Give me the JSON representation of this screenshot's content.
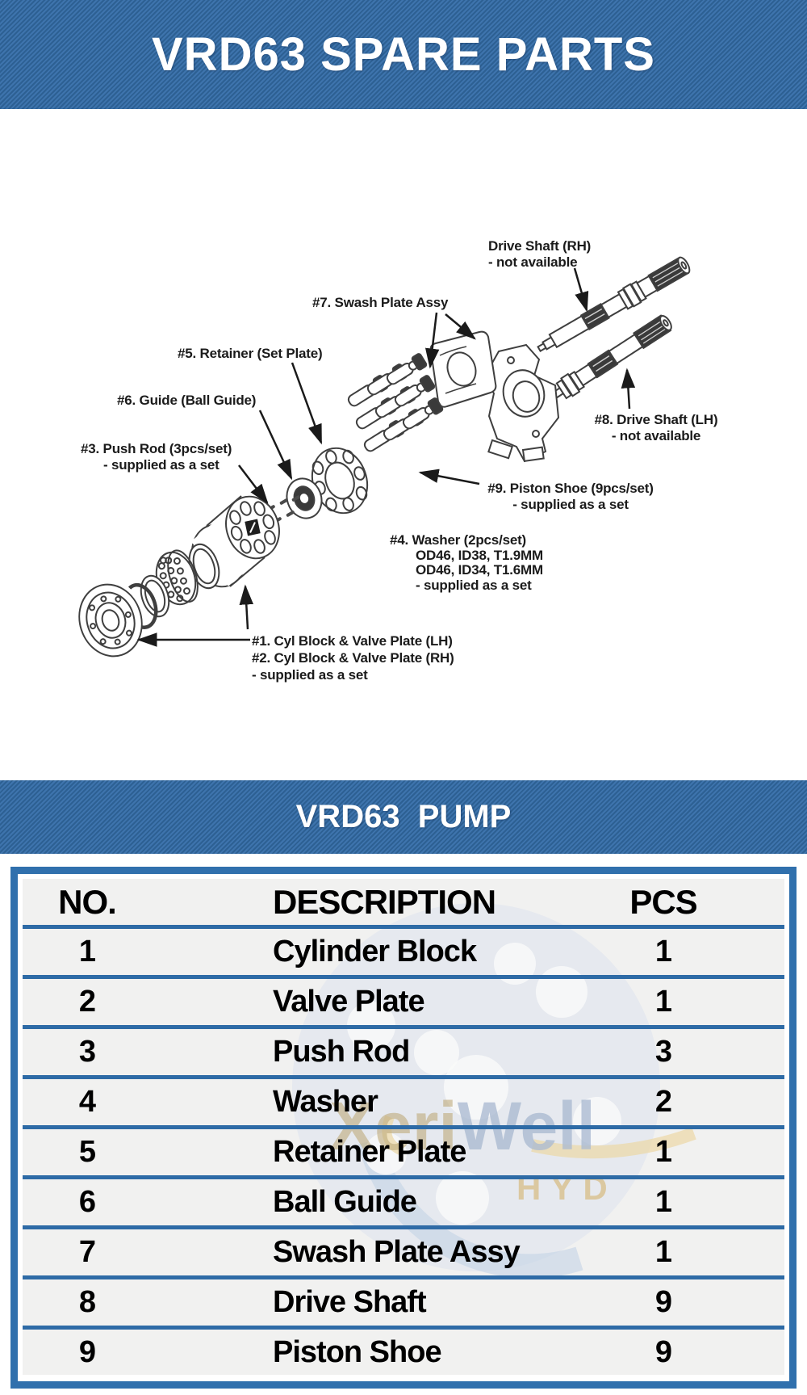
{
  "banner_top": {
    "title": "VRD63 SPARE PARTS"
  },
  "banner_mid": {
    "title": "VRD63  PUMP"
  },
  "diagram": {
    "labels": {
      "drive_shaft_rh": {
        "line1": "Drive Shaft (RH)",
        "line2": "- not available"
      },
      "swash_plate": {
        "line1": "#7. Swash Plate Assy"
      },
      "retainer": {
        "line1": "#5. Retainer (Set Plate)"
      },
      "guide": {
        "line1": "#6. Guide (Ball Guide)"
      },
      "push_rod": {
        "line1": "#3. Push Rod (3pcs/set)",
        "line2": "- supplied as a set"
      },
      "drive_shaft_lh": {
        "line1": "#8. Drive Shaft (LH)",
        "line2": "- not available"
      },
      "piston_shoe": {
        "line1": "#9. Piston Shoe (9pcs/set)",
        "line2": "- supplied as a set"
      },
      "washer": {
        "line1": "#4. Washer (2pcs/set)",
        "line2": "OD46, ID38, T1.9MM",
        "line3": "OD46, ID34, T1.6MM",
        "line4": "- supplied as a set"
      },
      "cyl_block": {
        "line1": "#1. Cyl Block & Valve Plate (LH)",
        "line2": "#2. Cyl Block & Valve Plate (RH)",
        "line3": "- supplied as a set"
      }
    }
  },
  "watermark": {
    "brand_left": "Xeri",
    "brand_right": "Well",
    "sub": "HYD"
  },
  "table": {
    "headers": {
      "no": "NO.",
      "description": "DESCRIPTION",
      "pcs": "PCS"
    },
    "rows": [
      {
        "no": "1",
        "description": "Cylinder Block",
        "pcs": "1"
      },
      {
        "no": "2",
        "description": "Valve Plate",
        "pcs": "1"
      },
      {
        "no": "3",
        "description": "Push Rod",
        "pcs": "3"
      },
      {
        "no": "4",
        "description": "Washer",
        "pcs": "2"
      },
      {
        "no": "5",
        "description": "Retainer Plate",
        "pcs": "1"
      },
      {
        "no": "6",
        "description": "Ball Guide",
        "pcs": "1"
      },
      {
        "no": "7",
        "description": "Swash Plate Assy",
        "pcs": "1"
      },
      {
        "no": "8",
        "description": "Drive Shaft",
        "pcs": "9"
      },
      {
        "no": "9",
        "description": "Piston Shoe",
        "pcs": "9"
      }
    ]
  },
  "colors": {
    "banner_stripe_light": "#3e74ad",
    "banner_stripe_dark": "#2d6093",
    "table_border_blue": "#3070ad",
    "row_separator_blue": "#2e6ba6",
    "row_bg": "#f1f1f0",
    "watermark_blue": "#d7e0ee",
    "watermark_text_blue": "#a8bcd6",
    "watermark_gold": "#d9b87a",
    "diagram_ink": "#3f3f3f"
  }
}
